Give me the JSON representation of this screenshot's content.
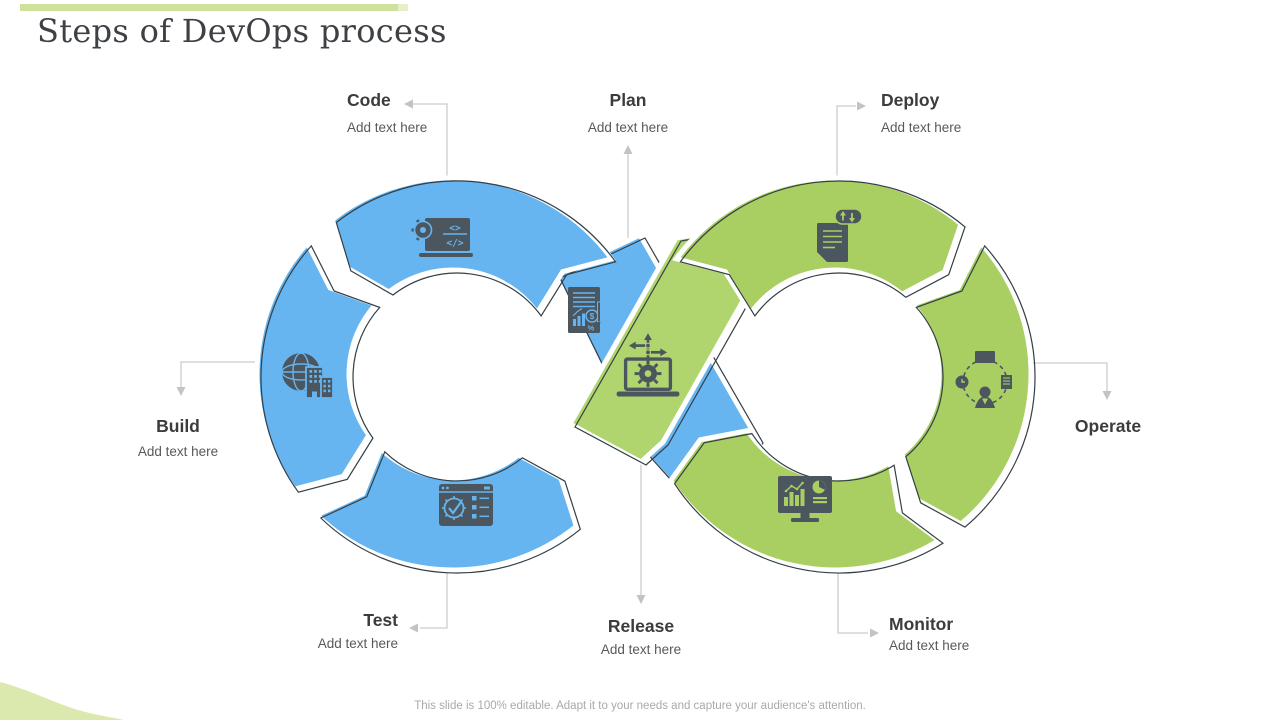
{
  "slide": {
    "title": "Steps of DevOps process",
    "footer": "This slide is 100% editable. Adapt it to your needs and capture your audience's attention.",
    "colors": {
      "blue": "#66b5f0",
      "green": "#a9cf63",
      "band_green": "#b0d46e",
      "icon": "#4b565f",
      "outline": "#333f47",
      "connector": "#cccccc",
      "arrowhead": "#c3c3c3",
      "label": "#3c3c3c",
      "sublabel": "#595959",
      "accent_bar": "#cfe29b",
      "wave": "#dce9ae",
      "title_color": "#3d4145",
      "footer_color": "#a9a9a9"
    },
    "steps": [
      {
        "label": "Code",
        "sublabel": "Add text here",
        "icon": "code-icon"
      },
      {
        "label": "Plan",
        "sublabel": "Add text here",
        "icon": "plan-icon"
      },
      {
        "label": "Deploy",
        "sublabel": "Add text here",
        "icon": "deploy-icon"
      },
      {
        "label": "Build",
        "sublabel": "Add text here",
        "icon": "build-icon"
      },
      {
        "label": "Operate",
        "sublabel": "",
        "icon": "operate-icon"
      },
      {
        "label": "Test",
        "sublabel": "Add text here",
        "icon": "test-icon"
      },
      {
        "label": "Release",
        "sublabel": "Add text here",
        "icon": "release-icon"
      },
      {
        "label": "Monitor",
        "sublabel": "Add text here",
        "icon": "monitor-icon"
      }
    ]
  }
}
